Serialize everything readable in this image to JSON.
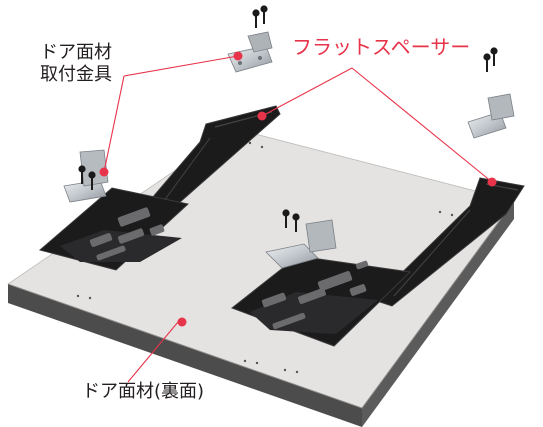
{
  "labels": {
    "bracket_line1": "ドア面材",
    "bracket_line2": "取付金具",
    "spacer": "フラットスペーサー",
    "panel": "ドア面材(裏面)"
  },
  "colors": {
    "accent": "#e8344a",
    "panel_face": "#e4e3e1",
    "panel_edge": "#4a4949",
    "rail": "#1b1b1c",
    "bracket": "#c8ccd0",
    "text": "#231f20"
  }
}
